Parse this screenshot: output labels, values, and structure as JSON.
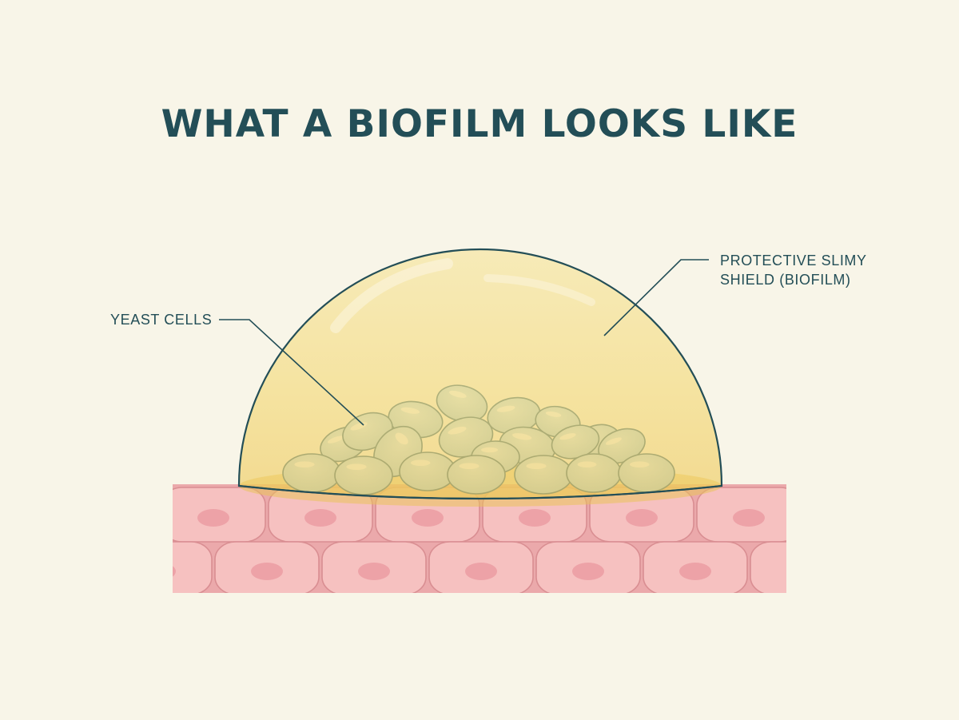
{
  "title": "WHAT A BIOFILM LOOKS LIKE",
  "labels": {
    "yeast": "YEAST CELLS",
    "shield_line1": "PROTECTIVE SLIMY",
    "shield_line2": "SHIELD (BIOFILM)"
  },
  "colors": {
    "background": "#f8f5e8",
    "text": "#234e57",
    "dome_fill": "#f4d96e",
    "dome_stroke": "#234e57",
    "yeast_fill": "#b9d8e6",
    "yeast_stroke": "#3d6f86",
    "tissue_fill": "#f6c1c0",
    "tissue_stroke": "#d98e92",
    "nucleus_fill": "#ec9fa4"
  }
}
